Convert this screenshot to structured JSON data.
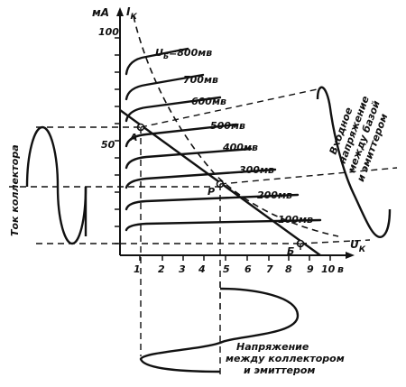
{
  "y_axis": {
    "unit": "мА",
    "symbol": "I",
    "subscript": "К",
    "ticks": [
      "100",
      "50"
    ]
  },
  "x_axis": {
    "symbol": "U",
    "subscript": "К",
    "ticks": [
      "1",
      "2",
      "3",
      "4",
      "5",
      "6",
      "7",
      "8",
      "9",
      "10",
      "в"
    ]
  },
  "curves": [
    "U",
    "Б",
    "=800мв",
    "700мв",
    "600мв",
    "500мв",
    "400мв",
    "300мв",
    "200мв",
    "100мв"
  ],
  "points": {
    "A": "А",
    "P": "Р",
    "B": "Б"
  },
  "captions": {
    "left": "Ток коллектора",
    "right": [
      "Входное",
      "напряжение",
      "между базой",
      "и эмиттером"
    ],
    "bottom": [
      "Напряжение",
      "между коллектором",
      "и эмиттером"
    ]
  }
}
